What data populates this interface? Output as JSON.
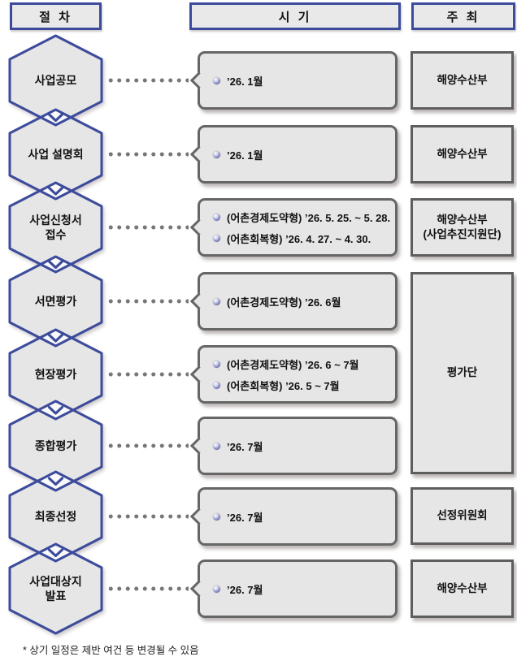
{
  "headers": {
    "procedure": "절 차",
    "timing": "시 기",
    "organizer": "주 최"
  },
  "rows": [
    {
      "step": "사업공모",
      "times": [
        "’26. 1월"
      ],
      "host": "해양수산부"
    },
    {
      "step": "사업 설명회",
      "times": [
        "’26. 1월"
      ],
      "host": "해양수산부"
    },
    {
      "step": "사업신청서",
      "step2": "접수",
      "times": [
        "(어촌경제도약형) ’26. 5. 25. ~ 5. 28.",
        "(어촌회복형) ’26. 4. 27. ~ 4. 30."
      ],
      "host": "해양수산부",
      "host2": "(사업추진지원단)"
    },
    {
      "step": "서면평가",
      "times": [
        "(어촌경제도약형) ’26. 6월"
      ]
    },
    {
      "step": "현장평가",
      "times": [
        "(어촌경제도약형) ’26. 6 ~ 7월",
        "(어촌회복형) ’26. 5 ~ 7월"
      ]
    },
    {
      "step": "종합평가",
      "times": [
        "’26. 7월"
      ]
    },
    {
      "step": "최종선정",
      "times": [
        "’26. 7월"
      ],
      "host": "선정위원회"
    },
    {
      "step": "사업대상지",
      "step2": "발표",
      "times": [
        "’26. 7월"
      ],
      "host": "해양수산부"
    }
  ],
  "merged_host": {
    "label": "평가단"
  },
  "footnote": "* 상기 일정은 제반 여건 등 변경될 수 있음",
  "colors": {
    "accent_blue": "#3C4B9B",
    "box_border_gray": "#5E5E5E",
    "panel_fill": "#E6E6E6",
    "diamond_fill": "#FAFAFA",
    "dot_gray": "#777777",
    "bullet_blue": "#4C519F"
  }
}
